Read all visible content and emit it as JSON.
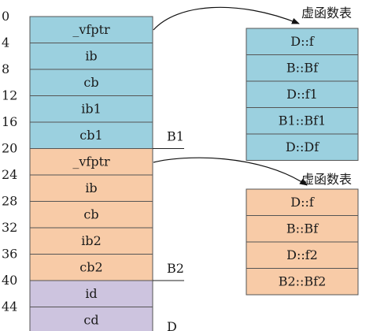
{
  "colors": {
    "blue_fill": "#9bd0df",
    "orange_fill": "#f8cba7",
    "purple_fill": "#cdc4df",
    "stroke": "#555555",
    "arrow": "#111111"
  },
  "layout_cells": [
    {
      "offset": "0",
      "label": "_vfptr",
      "group": "blue"
    },
    {
      "offset": "4",
      "label": "ib",
      "group": "blue"
    },
    {
      "offset": "8",
      "label": "cb",
      "group": "blue"
    },
    {
      "offset": "12",
      "label": "ib1",
      "group": "blue"
    },
    {
      "offset": "16",
      "label": "cb1",
      "group": "blue"
    },
    {
      "offset": "20",
      "label": "_vfptr",
      "group": "orange"
    },
    {
      "offset": "24",
      "label": "ib",
      "group": "orange"
    },
    {
      "offset": "28",
      "label": "cb",
      "group": "orange"
    },
    {
      "offset": "32",
      "label": "ib2",
      "group": "orange"
    },
    {
      "offset": "36",
      "label": "cb2",
      "group": "orange"
    },
    {
      "offset": "40",
      "label": "id",
      "group": "purple"
    },
    {
      "offset": "44",
      "label": "cd",
      "group": "purple"
    }
  ],
  "class_labels": {
    "b1": "B1",
    "b2": "B2",
    "d": "D"
  },
  "vtables": [
    {
      "title": "虚函数表",
      "group": "blue",
      "entries": [
        "D::f",
        "B::Bf",
        "D::f1",
        "B1::Bf1",
        "D::Df"
      ]
    },
    {
      "title": "虚函数表",
      "group": "orange",
      "entries": [
        "D::f",
        "B::Bf",
        "D::f2",
        "B2::Bf2"
      ]
    }
  ]
}
